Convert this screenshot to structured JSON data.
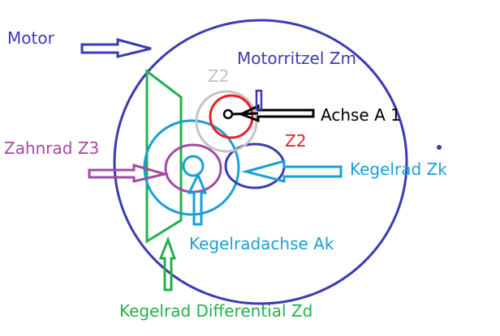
{
  "colors": {
    "blue": "#3b3bb3",
    "cyan": "#1a9fd8",
    "green": "#22b14c",
    "purple": "#a349a4",
    "red": "#ed1c24",
    "gray": "#c3c3c3",
    "black": "#000000"
  },
  "labels": {
    "motor": "Motor",
    "motorritzel": "Motorritzel Zm",
    "z2_gray": "Z2",
    "z2_red": "Z2",
    "achse": "Achse A 1",
    "zahnrad_z3": "Zahnrad Z3",
    "kegelrad_zk": "Kegelrad Zk",
    "kegelradachse": "Kegelradachse Ak",
    "kegelrad_diff": "Kegelrad Differential Zd"
  }
}
